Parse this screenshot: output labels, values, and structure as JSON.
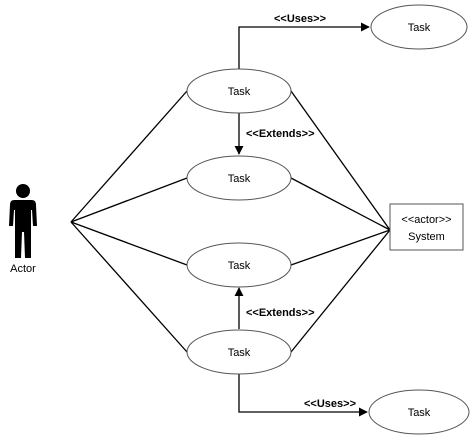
{
  "actor": {
    "label": "Actor",
    "icon": "person-icon"
  },
  "system": {
    "stereotype": "<<actor>>",
    "name": "System"
  },
  "tasks": [
    "Task",
    "Task",
    "Task",
    "Task",
    "Task",
    "Task"
  ],
  "relations": {
    "uses_top": "<<Uses>>",
    "extends_upper": "<<Extends>>",
    "extends_lower": "<<Extends>>",
    "uses_bottom": "<<Uses>>"
  },
  "colors": {
    "line": "#000000",
    "node_border": "#555555",
    "background": "#ffffff"
  }
}
